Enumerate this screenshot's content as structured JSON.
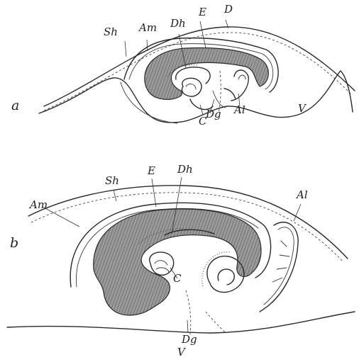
{
  "panels": [
    {
      "id": "a",
      "label": "a",
      "structures": {
        "Sh": "Sh",
        "Am": "Am",
        "Dh": "Dh",
        "E": "E",
        "D": "D",
        "Dg": "Dg",
        "Al": "Al",
        "V": "V",
        "C": "C"
      }
    },
    {
      "id": "b",
      "label": "b",
      "structures": {
        "Sh": "Sh",
        "E": "E",
        "Dh": "Dh",
        "Am": "Am",
        "Al": "Al",
        "C": "C",
        "Dg": "Dg",
        "V": "V"
      }
    }
  ],
  "colors": {
    "ink": "#2a2a2a",
    "embryo_fill": "#8a8a8a",
    "background": "#ffffff"
  }
}
